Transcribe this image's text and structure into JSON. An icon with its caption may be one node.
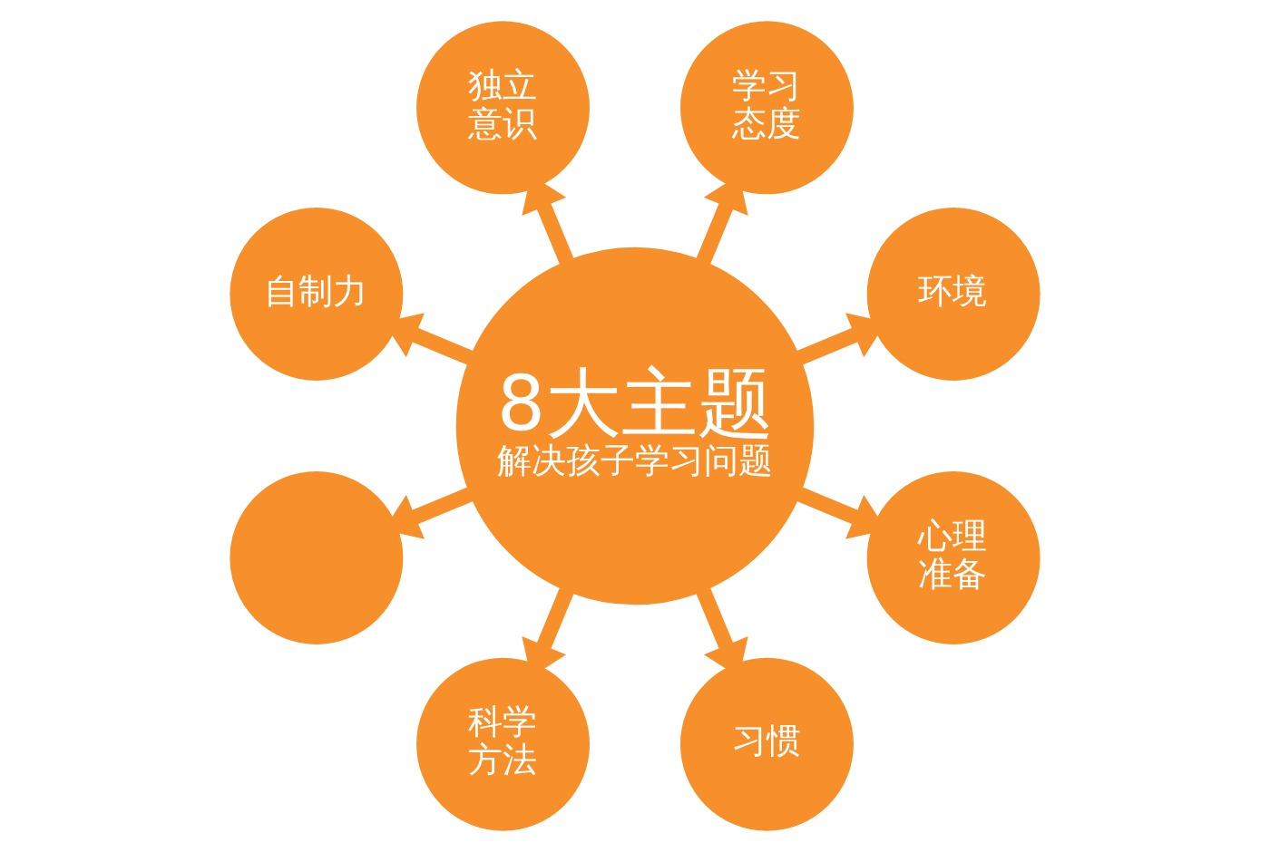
{
  "diagram": {
    "nodes": [
      {
        "text": [
          "8大主题",
          "解决孩子学习问题"
        ]
      },
      {
        "text": [
          "环境"
        ]
      },
      {
        "text": [
          "学习态度"
        ]
      },
      {
        "text": [
          "独立意识"
        ]
      },
      {
        "text": [
          "自制力"
        ]
      },
      {
        "text": [],
        "shape": "circle"
      },
      {
        "text": [
          "科学方法"
        ]
      },
      {
        "text": [
          "习惯"
        ]
      },
      {
        "text": [
          "心理准备"
        ]
      }
    ],
    "edges": [
      {
        "from": 0,
        "to": 1,
        "arrow": "to"
      },
      {
        "from": 0,
        "to": 2,
        "arrow": "to"
      },
      {
        "from": 0,
        "to": 3,
        "arrow": "to"
      },
      {
        "from": 0,
        "to": 4,
        "arrow": "to"
      },
      {
        "from": 0,
        "to": 5,
        "arrow": "to"
      },
      {
        "from": 0,
        "to": 6,
        "arrow": "to"
      },
      {
        "from": 0,
        "to": 7,
        "arrow": "to"
      },
      {
        "from": 0,
        "to": 8,
        "arrow": "to"
      }
    ]
  }
}
